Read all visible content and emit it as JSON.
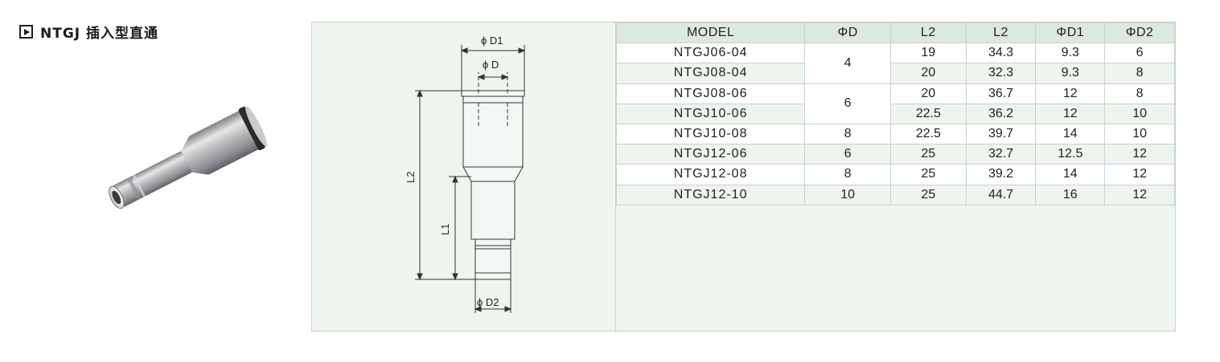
{
  "header": {
    "title": "NTGJ 插入型直通"
  },
  "icons": {
    "header_icon": "play-square-icon",
    "product_image": "push-in-reducer-fitting-photo"
  },
  "colors": {
    "panel_bg": "#edf5ee",
    "header_row_bg": "#dde9de",
    "border": "#c9d3c9"
  },
  "drawing": {
    "label_d1": "ϕ D1",
    "label_d": "ϕ D",
    "label_l2": "L2",
    "label_l1": "L1",
    "label_d2": "ϕ D2"
  },
  "table": {
    "headers": [
      "MODEL",
      "ΦD",
      "L2",
      "L2",
      "ΦD1",
      "ΦD2"
    ],
    "rows": [
      {
        "model": "NTGJ06-04",
        "d": "4",
        "c2": "19",
        "c3": "34.3",
        "d1": "9.3",
        "d2": "6"
      },
      {
        "model": "NTGJ08-04",
        "d": "4",
        "c2": "20",
        "c3": "32.3",
        "d1": "9.3",
        "d2": "8"
      },
      {
        "model": "NTGJ08-06",
        "d": "6",
        "c2": "20",
        "c3": "36.7",
        "d1": "12",
        "d2": "8"
      },
      {
        "model": "NTGJ10-06",
        "d": "6",
        "c2": "22.5",
        "c3": "36.2",
        "d1": "12",
        "d2": "10"
      },
      {
        "model": "NTGJ10-08",
        "d": "8",
        "c2": "22.5",
        "c3": "39.7",
        "d1": "14",
        "d2": "10"
      },
      {
        "model": "NTGJ12-06",
        "d": "6",
        "c2": "25",
        "c3": "32.7",
        "d1": "12.5",
        "d2": "12"
      },
      {
        "model": "NTGJ12-08",
        "d": "8",
        "c2": "25",
        "c3": "39.2",
        "d1": "14",
        "d2": "12"
      },
      {
        "model": "NTGJ12-10",
        "d": "10",
        "c2": "25",
        "c3": "44.7",
        "d1": "16",
        "d2": "12"
      }
    ]
  }
}
